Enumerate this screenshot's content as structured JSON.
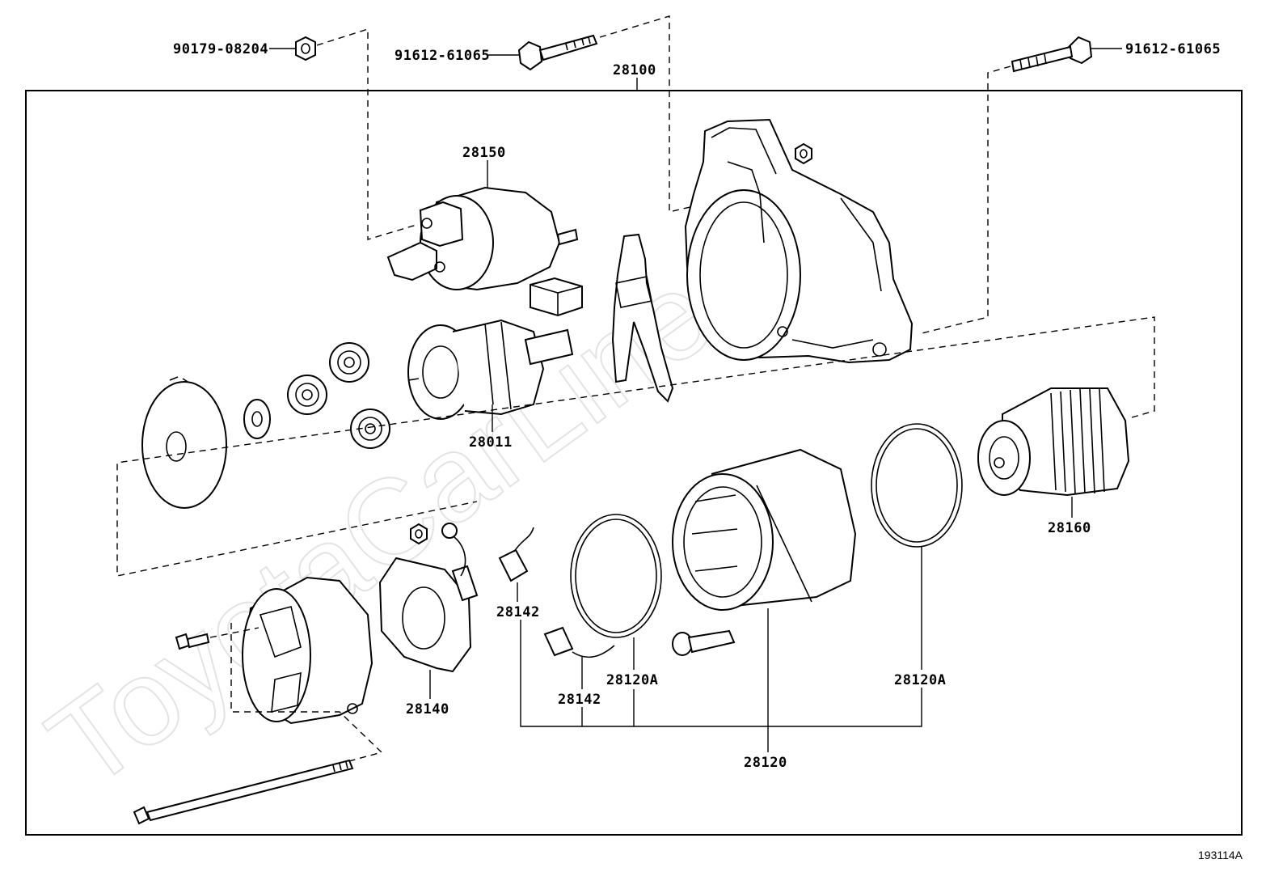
{
  "watermark": "ToyotaCarLine.ru",
  "diagram_code": "193114A",
  "labels": {
    "bolt_nut_left": "90179-08204",
    "bolt_top_mid": "91612-61065",
    "bolt_top_right": "91612-61065",
    "housing": "28100",
    "solenoid": "28150",
    "clutch": "28011",
    "drive_housing": "28160",
    "brush_holder": "28140",
    "brush_a": "28142",
    "brush_b": "28142",
    "oring_left": "28120A",
    "oring_right": "28120A",
    "armature_yoke": "28120"
  }
}
